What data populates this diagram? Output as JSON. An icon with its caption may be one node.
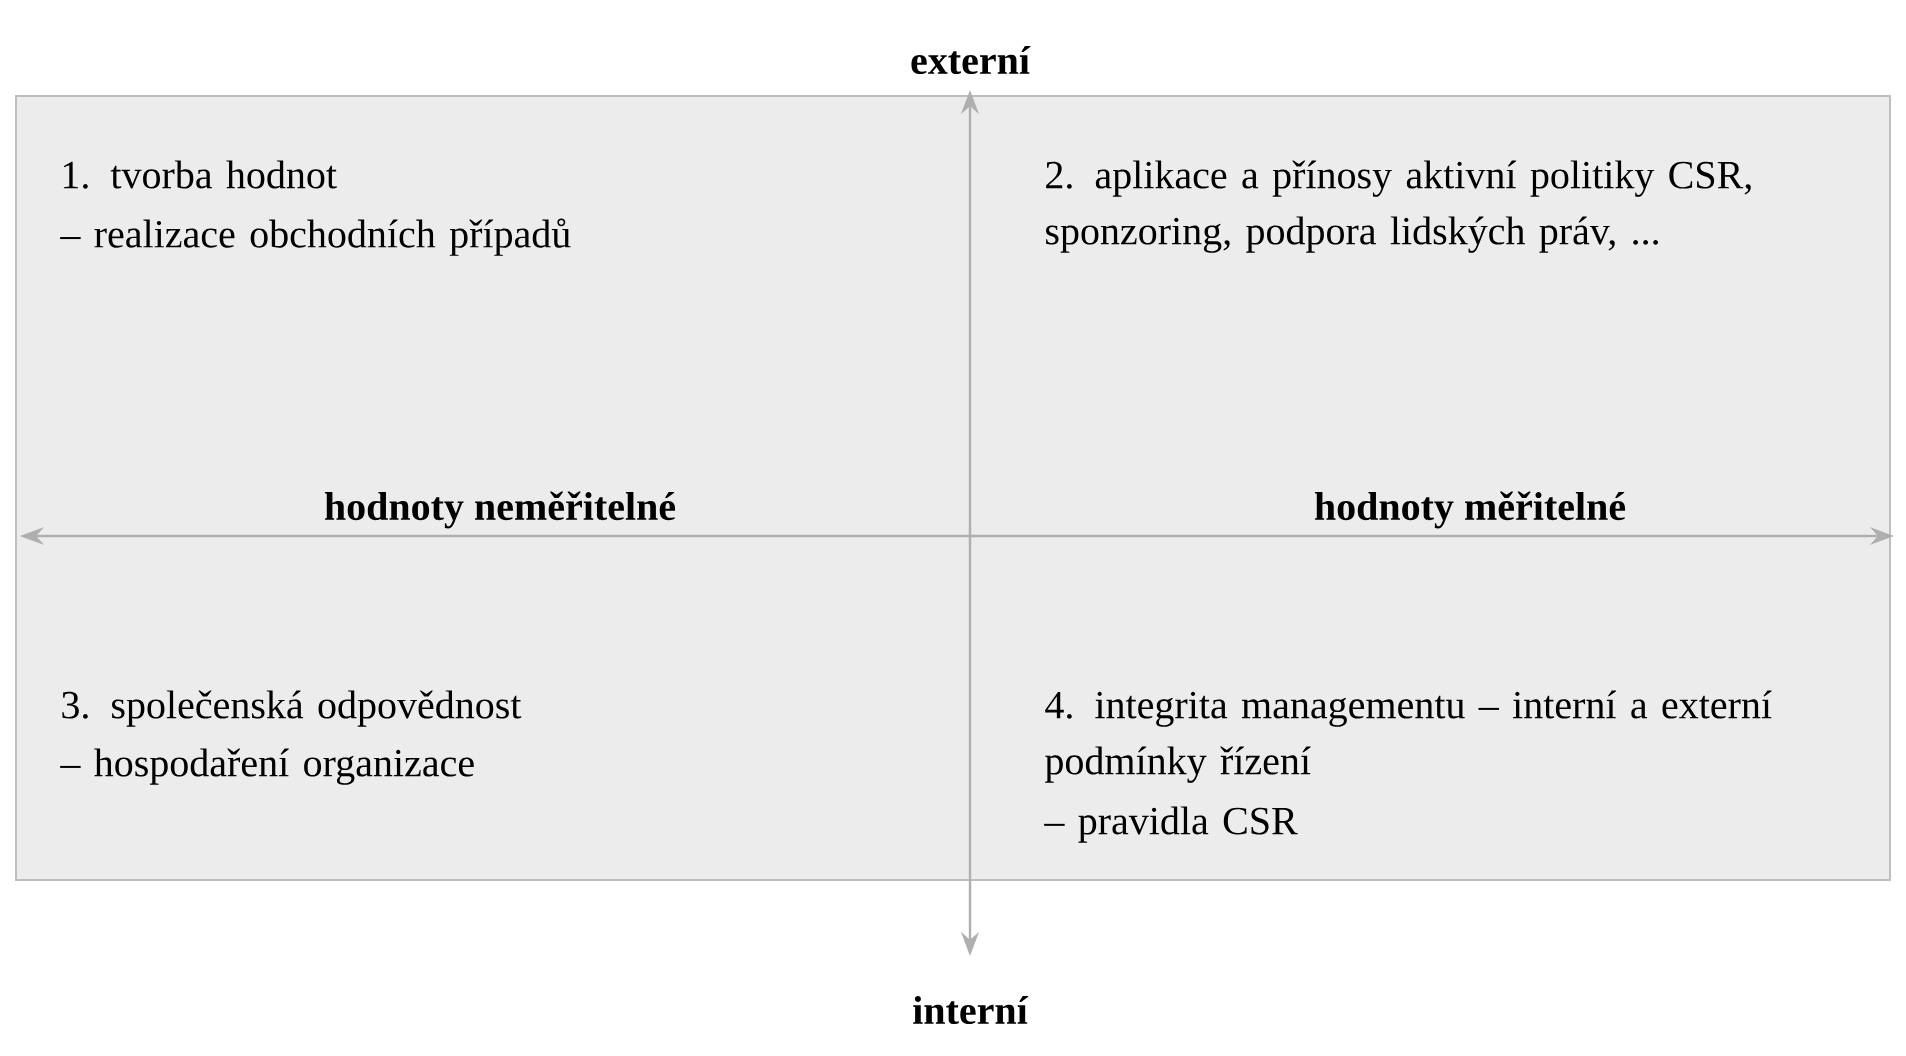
{
  "diagram": {
    "labels": [
      "externí",
      "1. tvorba hodnot",
      "– realizace obchodních případů",
      "2. aplikace a přínosy aktivní politiky CSR, sponzoring, podpora lidských práv, ...",
      "hodnoty neměřitelné",
      "hodnoty měřitelné",
      "3. společenská odpovědnost",
      "– hospodaření organizace",
      "4. integrita managementu – interní a externí podmínky řízení",
      "– pravidla CSR",
      "interní"
    ]
  }
}
